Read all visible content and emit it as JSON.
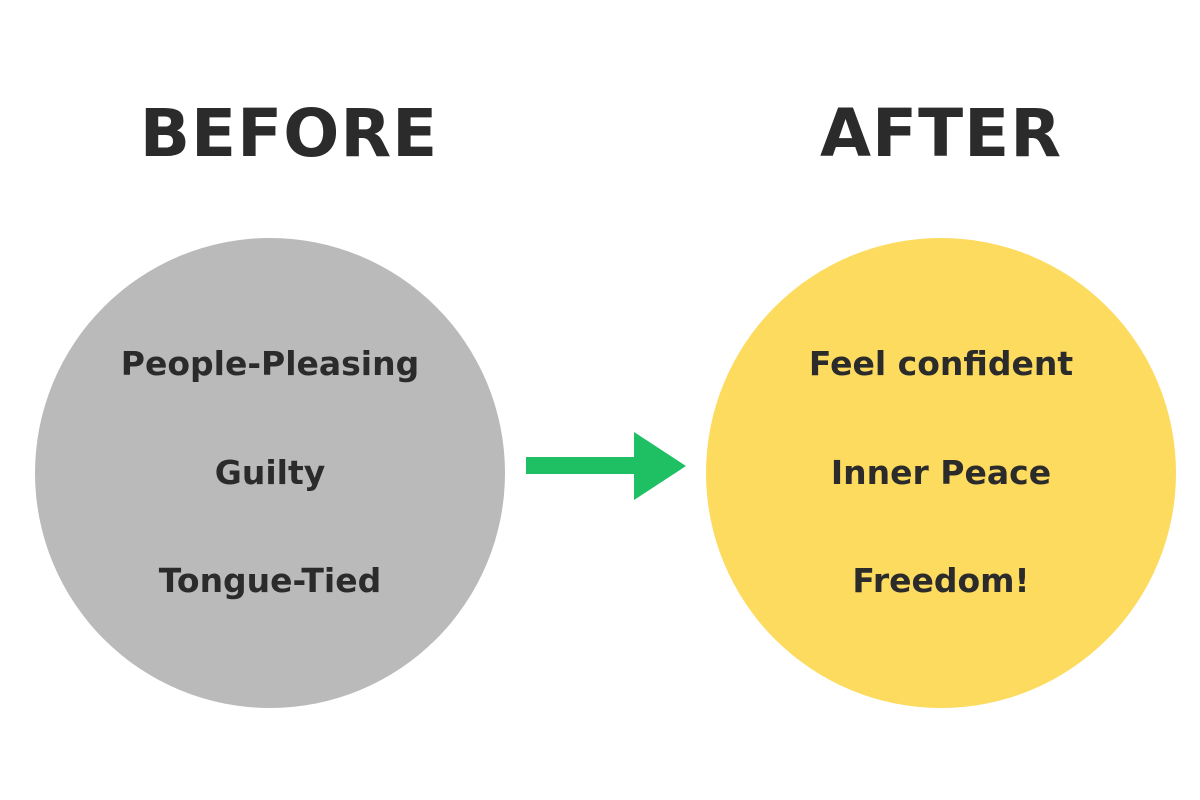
{
  "before": {
    "heading": "BEFORE",
    "color": "#bababa",
    "items": [
      "People-Pleasing",
      "Guilty",
      "Tongue-Tied"
    ]
  },
  "after": {
    "heading": "AFTER",
    "color": "#fcdb5f",
    "items": [
      "Feel confident",
      "Inner Peace",
      "Freedom!"
    ]
  },
  "arrow": {
    "icon": "right-arrow-icon",
    "color": "#1fbf63"
  },
  "text_color": "#2b2b2b"
}
